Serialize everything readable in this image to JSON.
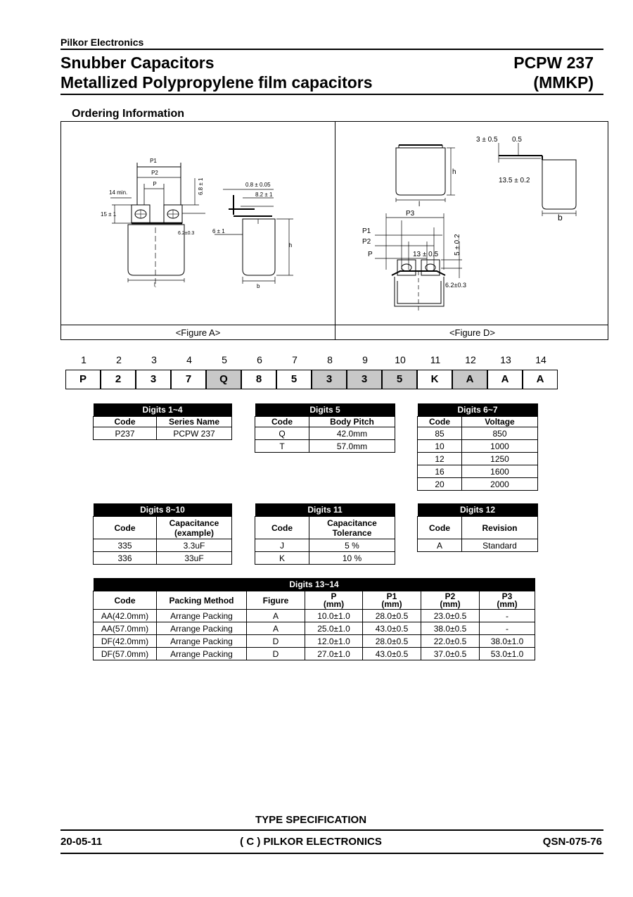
{
  "header": {
    "company": "Pilkor Electronics",
    "title_line1": "Snubber Capacitors",
    "title_line2": "Metallized Polypropylene film capacitors",
    "part_line1": "PCPW 237",
    "part_line2": "(MMKP)"
  },
  "section_title": "Ordering Information",
  "figure_a": {
    "caption": "<Figure A>",
    "labels": {
      "p1": "P1",
      "p2": "P2",
      "p": "P",
      "min14": "14 min.",
      "w15": "15 ± 1",
      "h68": "6.8 ± 1",
      "d62": "6.2±0.3",
      "l": "l",
      "t008": "0.8 ± 0.05",
      "t82": "8.2 ± 1",
      "t6": "6 ± 1",
      "h": "h",
      "b": "b"
    }
  },
  "figure_d": {
    "caption": "<Figure D>",
    "labels": {
      "t3": "3 ± 0.5",
      "t05": "0.5",
      "t135": "13.5 ± 0.2",
      "h": "h",
      "l": "l",
      "b": "b",
      "p3": "P3",
      "p1": "P1",
      "p2": "P2",
      "p": "P",
      "t13": "13 ± 0.5",
      "t5": "5 ± 0.2",
      "t62": "6.2±0.3"
    }
  },
  "code_digits": {
    "numbers": [
      "1",
      "2",
      "3",
      "4",
      "5",
      "6",
      "7",
      "8",
      "9",
      "10",
      "11",
      "12",
      "13",
      "14"
    ],
    "values": [
      "P",
      "2",
      "3",
      "7",
      "Q",
      "8",
      "5",
      "3",
      "3",
      "5",
      "K",
      "A",
      "A",
      "A"
    ],
    "shaded": [
      false,
      false,
      false,
      false,
      true,
      false,
      false,
      true,
      true,
      true,
      false,
      true,
      false,
      false
    ]
  },
  "tables": {
    "digits_1_4": {
      "title": "Digits 1~4",
      "headers": [
        "Code",
        "Series Name"
      ],
      "rows": [
        [
          "P237",
          "PCPW 237"
        ]
      ]
    },
    "digits_5": {
      "title": "Digits 5",
      "headers": [
        "Code",
        "Body Pitch"
      ],
      "rows": [
        [
          "Q",
          "42.0mm"
        ],
        [
          "T",
          "57.0mm"
        ]
      ]
    },
    "digits_6_7": {
      "title": "Digits 6~7",
      "headers": [
        "Code",
        "Voltage"
      ],
      "rows": [
        [
          "85",
          "850"
        ],
        [
          "10",
          "1000"
        ],
        [
          "12",
          "1250"
        ],
        [
          "16",
          "1600"
        ],
        [
          "20",
          "2000"
        ]
      ]
    },
    "digits_8_10": {
      "title": "Digits 8~10",
      "headers": [
        "Code",
        "Capacitance",
        "(example)"
      ],
      "rows": [
        [
          "335",
          "3.3uF"
        ],
        [
          "336",
          "33uF"
        ]
      ]
    },
    "digits_11": {
      "title": "Digits 11",
      "headers": [
        "Code",
        "Capacitance",
        "Tolerance"
      ],
      "rows": [
        [
          "J",
          "5 %"
        ],
        [
          "K",
          "10 %"
        ]
      ]
    },
    "digits_12": {
      "title": "Digits 12",
      "headers": [
        "Code",
        "Revision"
      ],
      "rows": [
        [
          "A",
          "Standard"
        ]
      ]
    },
    "digits_13_14": {
      "title": "Digits 13~14",
      "headers": [
        "Code",
        "Packing Method",
        "Figure",
        "P",
        "P1",
        "P2",
        "P3"
      ],
      "units": "(mm)",
      "rows": [
        [
          "AA(42.0mm)",
          "Arrange Packing",
          "A",
          "10.0±1.0",
          "28.0±0.5",
          "23.0±0.5",
          "-"
        ],
        [
          "AA(57.0mm)",
          "Arrange Packing",
          "A",
          "25.0±1.0",
          "43.0±0.5",
          "38.0±0.5",
          "-"
        ],
        [
          "DF(42.0mm)",
          "Arrange Packing",
          "D",
          "12.0±1.0",
          "28.0±0.5",
          "22.0±0.5",
          "38.0±1.0"
        ],
        [
          "DF(57.0mm)",
          "Arrange Packing",
          "D",
          "27.0±1.0",
          "43.0±0.5",
          "37.0±0.5",
          "53.0±1.0"
        ]
      ]
    }
  },
  "footer": {
    "type_spec": "TYPE SPECIFICATION",
    "date": "20-05-11",
    "copyright": "( C ) PILKOR ELECTRONICS",
    "doc_no": "QSN-075-76"
  }
}
